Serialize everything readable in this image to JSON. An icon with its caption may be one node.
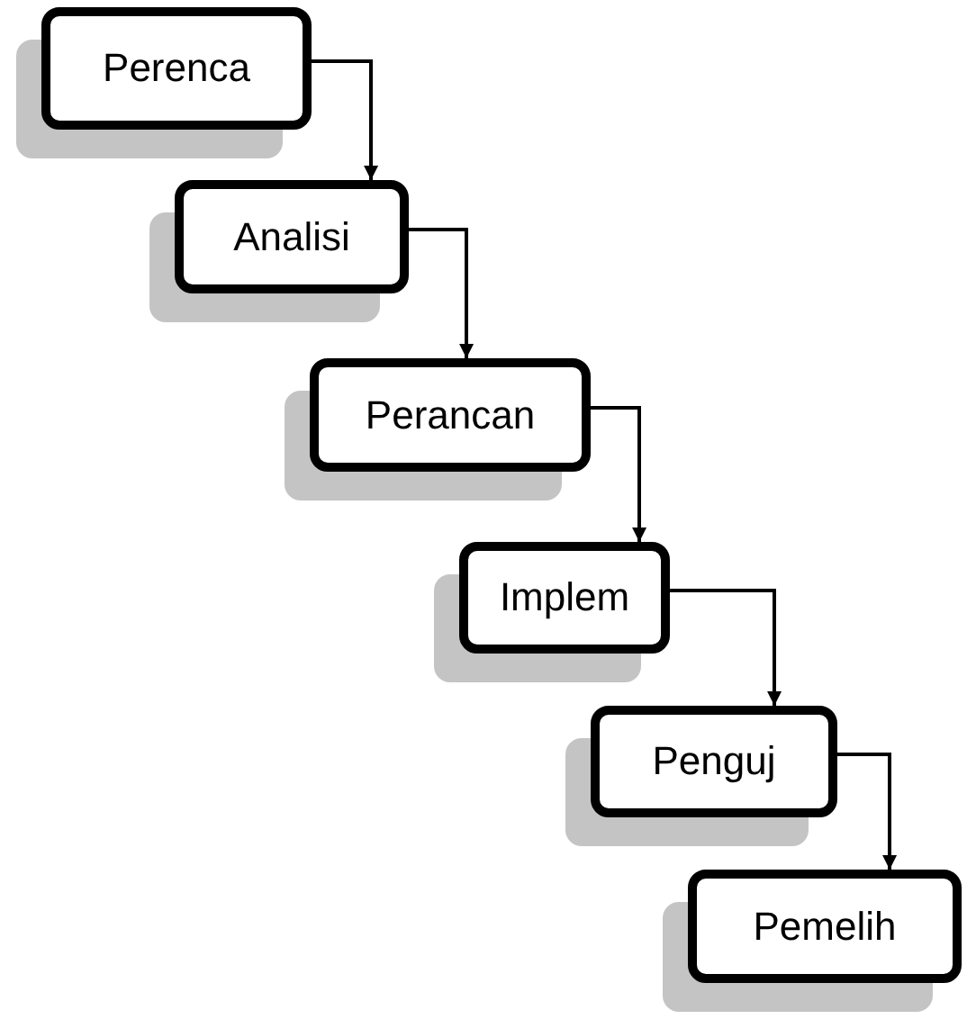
{
  "diagram": {
    "nodes": [
      {
        "text": [
          "Perenca"
        ]
      },
      {
        "text": [
          "Analisi"
        ]
      },
      {
        "text": [
          "Perancan"
        ]
      },
      {
        "text": [
          "Implem"
        ]
      },
      {
        "text": [
          "Penguj"
        ]
      },
      {
        "text": [
          "Pemelih"
        ]
      }
    ],
    "edges": [
      {
        "from": 0,
        "to": 1,
        "arrow": "to"
      },
      {
        "from": 1,
        "to": 2,
        "arrow": "to"
      },
      {
        "from": 2,
        "to": 3,
        "arrow": "to"
      },
      {
        "from": 3,
        "to": 4,
        "arrow": "to"
      },
      {
        "from": 4,
        "to": 5,
        "arrow": "to"
      }
    ]
  }
}
